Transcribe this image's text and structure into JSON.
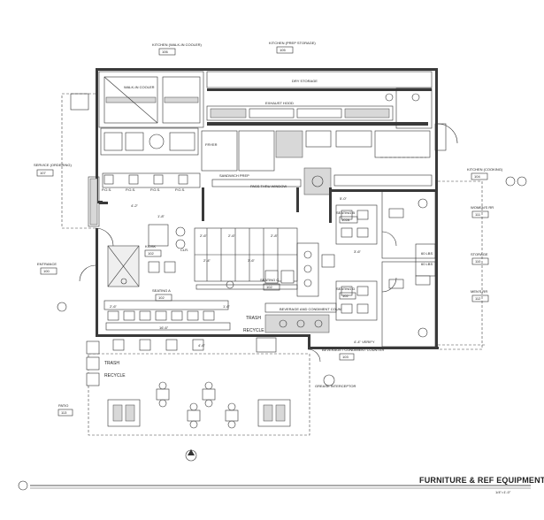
{
  "drawing": {
    "title": "FURNITURE & REF EQUIPMENT PLAN",
    "scale": "1/4\"=1'-0\""
  },
  "rooms": {
    "walk_in_cooler": {
      "name": "KITCHEN (WALK-IN COOLER)",
      "num": "106"
    },
    "kitchen_prep": {
      "name": "KITCHEN (PREP STORAGE)",
      "num": "105"
    },
    "kitchen_cooking": {
      "name": "KITCHEN (COOKING)",
      "num": "104"
    },
    "service": {
      "name": "SERVICE (ORDERING)",
      "num": "107"
    },
    "entrance": {
      "name": "ENTRANCE",
      "num": "100"
    },
    "kiosk": {
      "name": "KIOSK",
      "num": "102"
    },
    "seating_a": {
      "name": "SEATING A",
      "num": "102"
    },
    "seating_b": {
      "name": "SEATING B",
      "num": "102A"
    },
    "seating_c": {
      "name": "SEATING C",
      "num": "102"
    },
    "seating_d": {
      "name": "SEATING D",
      "num": "102"
    },
    "womens_rr": {
      "name": "WOMEN'S RR",
      "num": "111"
    },
    "storage": {
      "name": "STORAGE",
      "num": "110"
    },
    "mens_rr": {
      "name": "MEN'S RR",
      "num": "112"
    },
    "patio": {
      "name": "PATIO",
      "num": "113"
    },
    "beverage_counter": {
      "name": "BEVERAGE / CONDIMENT COUNTER",
      "num": "103"
    }
  },
  "labels": {
    "trash_1": "TRASH",
    "recycle_1": "RECYCLE",
    "trash_2": "TRASH",
    "recycle_2": "RECYCLE",
    "beverage_counter_label": "BEVERAGE AND CONDIMENT COUNTER",
    "grease_interceptor": "GREASE INTERCEPTOR",
    "verify": "4'-4\" VERIFY",
    "clr": "CLR.",
    "dim_a": "2'-6\"",
    "dim_b": "2'-6\"",
    "dim_c": "2'-8\"",
    "dim_d": "4'-2\"",
    "dim_e": "1'-8\"",
    "dim_f": "3'-6\"",
    "dim_g": "5'-0\"",
    "dim_h": "2'-6\"",
    "dim_i": "1'-6\"",
    "dim_j": "2'-4\"",
    "dim_k": "3'-6\"",
    "dim_l": "16'-6\"",
    "dim_m": "4'-6\"",
    "lav_a": "60 LBS",
    "lav_b": "60 LBS",
    "cooler_txt": "WALK-IN COOLER",
    "prep_txt": "DRY STORAGE",
    "hood_txt": "EXHAUST HOOD",
    "fryer_txt": "FRYER",
    "sandwich_txt": "SANDWICH PREP",
    "pass_txt": "PASS THRU WINDOW",
    "pos_1": "P.O.S.",
    "pos_2": "P.O.S.",
    "pos_3": "P.O.S.",
    "pos_4": "P.O.S."
  }
}
